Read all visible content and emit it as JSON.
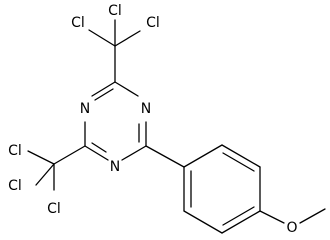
{
  "structure": {
    "atoms": [
      {
        "id": "cl_top_left",
        "symbol": "Cl"
      },
      {
        "id": "cl_top_right",
        "symbol": "Cl"
      },
      {
        "id": "cl_top_mid",
        "symbol": "Cl"
      },
      {
        "id": "n_upper_left",
        "symbol": "N"
      },
      {
        "id": "n_upper_right",
        "symbol": "N"
      },
      {
        "id": "n_lower",
        "symbol": "N"
      },
      {
        "id": "cl_left_top",
        "symbol": "Cl"
      },
      {
        "id": "cl_left_mid",
        "symbol": "Cl"
      },
      {
        "id": "cl_left_bottom",
        "symbol": "Cl"
      },
      {
        "id": "o_methoxy",
        "symbol": "O"
      }
    ]
  }
}
